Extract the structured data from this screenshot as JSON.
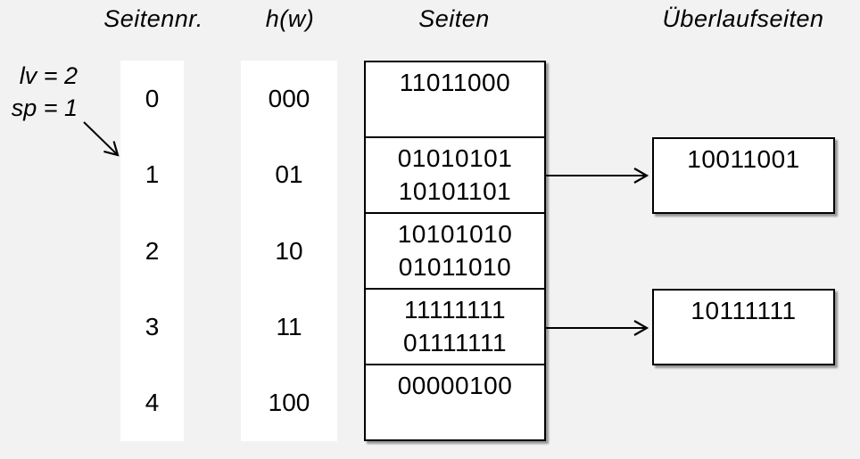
{
  "colors": {
    "background": "#f2f2f2",
    "surface": "#ffffff",
    "stroke": "#000000"
  },
  "headers": {
    "page_number": "Seitennr.",
    "hash": "h(w)",
    "pages": "Seiten",
    "overflow_pages": "Überlaufseiten"
  },
  "annotation": {
    "level": "lv = 2",
    "split_pointer": "sp = 1"
  },
  "buckets": [
    {
      "page_nr": "0",
      "hash": "000",
      "entries": [
        "11011000",
        ""
      ]
    },
    {
      "page_nr": "1",
      "hash": "01",
      "entries": [
        "01010101",
        "10101101"
      ],
      "overflow": "10011001"
    },
    {
      "page_nr": "2",
      "hash": "10",
      "entries": [
        "10101010",
        "01011010"
      ]
    },
    {
      "page_nr": "3",
      "hash": "11",
      "entries": [
        "11111111",
        "01111111"
      ],
      "overflow": "10111111"
    },
    {
      "page_nr": "4",
      "hash": "100",
      "entries": [
        "00000100",
        ""
      ]
    }
  ]
}
